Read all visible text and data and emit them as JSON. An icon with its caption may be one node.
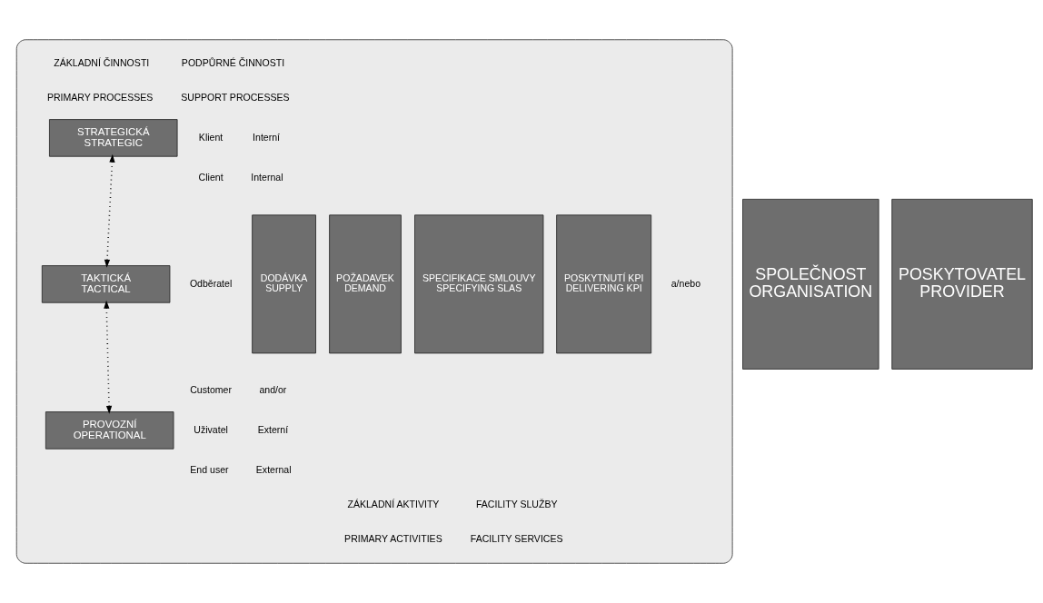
{
  "diagram": {
    "nodes": [
      {
        "text": [
          "SPOLEČNOST",
          "ORGANISATION"
        ]
      },
      {
        "text": [],
        "shape": "box"
      },
      {
        "text": [
          "POŽADAVEK",
          "DEMAND"
        ],
        "in": 1
      },
      {
        "text": [
          "SPECIFIKACE SMLOUVY",
          "SPECIFYING SLAS"
        ],
        "in": 1
      },
      {
        "text": [
          "STRATEGICKÁ",
          "STRATEGIC"
        ],
        "in": 1
      },
      {
        "text": [
          "TAKTICKÁ",
          "TACTICAL"
        ],
        "in": 1
      },
      {
        "text": [
          "PROVOZNÍ",
          "OPERATIONAL"
        ],
        "in": 1
      },
      {
        "text": [
          "POSKYTNUTÍ KPI",
          "DELIVERING KPI"
        ],
        "in": 1
      },
      {
        "text": [
          "DODÁVKA",
          "SUPPLY"
        ],
        "in": 1
      },
      {
        "text": [
          "POSKYTOVATEL",
          "PROVIDER"
        ]
      }
    ],
    "edges": [
      {
        "from": 4,
        "to": 5,
        "arrow": "both",
        "style": "dashed"
      },
      {
        "from": 5,
        "to": 6,
        "arrow": "both",
        "style": "dashed"
      }
    ],
    "labels": [
      "ZÁKLADNÍ ČINNOSTI",
      "PRIMARY PROCESSES",
      "PODPŮRNÉ ČINNOSTI",
      "SUPPORT PROCESSES",
      "Klient",
      "Client",
      "Odběratel",
      "Customer",
      "Uživatel",
      "End user",
      "Interní",
      "Internal",
      "a/nebo",
      "and/or",
      "Externí",
      "External",
      "ZÁKLADNÍ AKTIVITY",
      "PRIMARY ACTIVITIES",
      "FACILITY SLUŽBY",
      "FACILITY SERVICES"
    ]
  }
}
